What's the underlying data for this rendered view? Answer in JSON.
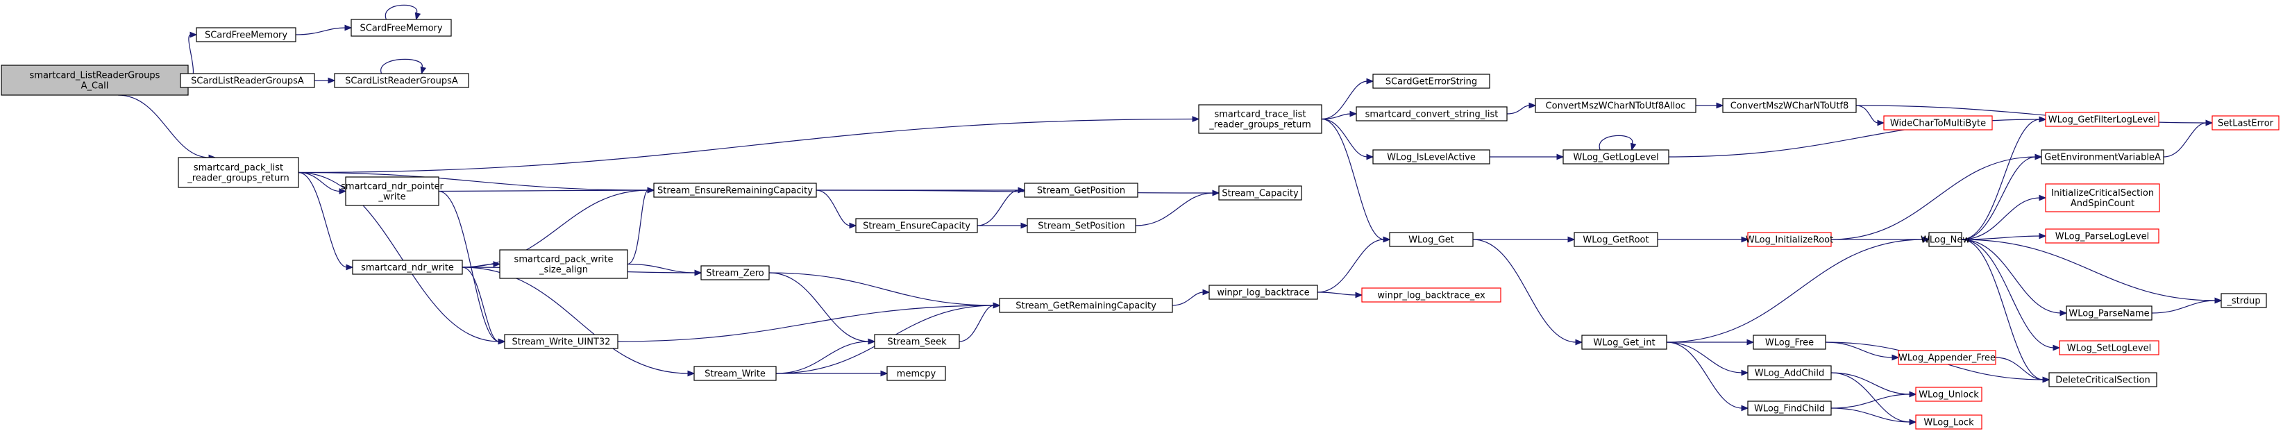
{
  "colors": {
    "edge": "#191970",
    "root_fill": "#bfbfbf",
    "unresolved_border": "#ff0000"
  },
  "nodes": [
    {
      "id": "root",
      "label": [
        "smartcard_ListReaderGroups",
        "A_Call"
      ],
      "root": true
    },
    {
      "id": "SCardFreeMemory_a",
      "label": [
        "SCardFreeMemory"
      ]
    },
    {
      "id": "SCardFreeMemory_b",
      "label": [
        "SCardFreeMemory"
      ]
    },
    {
      "id": "SCardListReaderGroupsA_a",
      "label": [
        "SCardListReaderGroupsA"
      ]
    },
    {
      "id": "SCardListReaderGroupsA_b",
      "label": [
        "SCardListReaderGroupsA"
      ]
    },
    {
      "id": "pack_list",
      "label": [
        "smartcard_pack_list",
        "_reader_groups_return"
      ]
    },
    {
      "id": "trace_list",
      "label": [
        "smartcard_trace_list",
        "_reader_groups_return"
      ]
    },
    {
      "id": "SCardGetErrorString",
      "label": [
        "SCardGetErrorString"
      ]
    },
    {
      "id": "convert_string_list",
      "label": [
        "smartcard_convert_string_list"
      ]
    },
    {
      "id": "ConvertMszAlloc",
      "label": [
        "ConvertMszWCharNToUtf8Alloc"
      ]
    },
    {
      "id": "ConvertMsz",
      "label": [
        "ConvertMszWCharNToUtf8"
      ]
    },
    {
      "id": "WideCharToMultiByte",
      "label": [
        "WideCharToMultiByte"
      ],
      "red": true
    },
    {
      "id": "SetLastError",
      "label": [
        "SetLastError"
      ],
      "red": true
    },
    {
      "id": "WLog_IsLevelActive",
      "label": [
        "WLog_IsLevelActive"
      ]
    },
    {
      "id": "WLog_GetLogLevel",
      "label": [
        "WLog_GetLogLevel"
      ]
    },
    {
      "id": "WLog_GetFilterLogLevel",
      "label": [
        "WLog_GetFilterLogLevel"
      ],
      "red": true
    },
    {
      "id": "GetEnvironmentVariableA",
      "label": [
        "GetEnvironmentVariableA"
      ]
    },
    {
      "id": "InitializeCriticalSection",
      "label": [
        "InitializeCriticalSection",
        "AndSpinCount"
      ],
      "red": true
    },
    {
      "id": "WLog_ParseLogLevel",
      "label": [
        "WLog_ParseLogLevel"
      ],
      "red": true
    },
    {
      "id": "ndr_pointer_write",
      "label": [
        "smartcard_ndr_pointer",
        "_write"
      ]
    },
    {
      "id": "Stream_EnsureRemainingCapacity",
      "label": [
        "Stream_EnsureRemainingCapacity"
      ]
    },
    {
      "id": "Stream_Capacity",
      "label": [
        "Stream_Capacity"
      ]
    },
    {
      "id": "Stream_GetPosition",
      "label": [
        "Stream_GetPosition"
      ]
    },
    {
      "id": "Stream_EnsureCapacity",
      "label": [
        "Stream_EnsureCapacity"
      ]
    },
    {
      "id": "Stream_SetPosition",
      "label": [
        "Stream_SetPosition"
      ]
    },
    {
      "id": "WLog_Get",
      "label": [
        "WLog_Get"
      ]
    },
    {
      "id": "WLog_GetRoot",
      "label": [
        "WLog_GetRoot"
      ]
    },
    {
      "id": "WLog_InitializeRoot",
      "label": [
        "WLog_InitializeRoot"
      ],
      "red": true
    },
    {
      "id": "WLog_New",
      "label": [
        "WLog_New"
      ]
    },
    {
      "id": "ndr_write",
      "label": [
        "smartcard_ndr_write"
      ]
    },
    {
      "id": "pack_write_size_align",
      "label": [
        "smartcard_pack_write",
        "_size_align"
      ]
    },
    {
      "id": "Stream_Zero",
      "label": [
        "Stream_Zero"
      ]
    },
    {
      "id": "Stream_GetRemainingCapacity",
      "label": [
        "Stream_GetRemainingCapacity"
      ]
    },
    {
      "id": "winpr_log_backtrace",
      "label": [
        "winpr_log_backtrace"
      ]
    },
    {
      "id": "winpr_log_backtrace_ex",
      "label": [
        "winpr_log_backtrace_ex"
      ],
      "red": true
    },
    {
      "id": "strdup",
      "label": [
        "_strdup"
      ]
    },
    {
      "id": "WLog_ParseName",
      "label": [
        "WLog_ParseName"
      ]
    },
    {
      "id": "WLog_SetLogLevel",
      "label": [
        "WLog_SetLogLevel"
      ],
      "red": true
    },
    {
      "id": "Stream_Write_UINT32",
      "label": [
        "Stream_Write_UINT32"
      ]
    },
    {
      "id": "Stream_Seek",
      "label": [
        "Stream_Seek"
      ]
    },
    {
      "id": "WLog_Get_int",
      "label": [
        "WLog_Get_int"
      ]
    },
    {
      "id": "WLog_Free",
      "label": [
        "WLog_Free"
      ]
    },
    {
      "id": "WLog_Appender_Free",
      "label": [
        "WLog_Appender_Free"
      ],
      "red": true
    },
    {
      "id": "DeleteCriticalSection",
      "label": [
        "DeleteCriticalSection"
      ]
    },
    {
      "id": "WLog_AddChild",
      "label": [
        "WLog_AddChild"
      ]
    },
    {
      "id": "WLog_Unlock",
      "label": [
        "WLog_Unlock"
      ],
      "red": true
    },
    {
      "id": "WLog_FindChild",
      "label": [
        "WLog_FindChild"
      ]
    },
    {
      "id": "WLog_Lock",
      "label": [
        "WLog_Lock"
      ],
      "red": true
    },
    {
      "id": "Stream_Write",
      "label": [
        "Stream_Write"
      ]
    },
    {
      "id": "memcpy",
      "label": [
        "memcpy"
      ]
    }
  ],
  "edges": [
    [
      "root",
      "SCardFreeMemory_a"
    ],
    [
      "root",
      "SCardListReaderGroupsA_a"
    ],
    [
      "root",
      "pack_list"
    ],
    [
      "SCardFreeMemory_a",
      "SCardFreeMemory_b"
    ],
    [
      "SCardFreeMemory_b",
      "SCardFreeMemory_b"
    ],
    [
      "SCardListReaderGroupsA_a",
      "SCardListReaderGroupsA_b"
    ],
    [
      "SCardListReaderGroupsA_b",
      "SCardListReaderGroupsA_b"
    ],
    [
      "pack_list",
      "trace_list"
    ],
    [
      "pack_list",
      "ndr_pointer_write"
    ],
    [
      "pack_list",
      "Stream_EnsureRemainingCapacity"
    ],
    [
      "pack_list",
      "ndr_write"
    ],
    [
      "pack_list",
      "Stream_Write_UINT32"
    ],
    [
      "trace_list",
      "SCardGetErrorString"
    ],
    [
      "trace_list",
      "convert_string_list"
    ],
    [
      "trace_list",
      "WLog_IsLevelActive"
    ],
    [
      "trace_list",
      "WLog_Get"
    ],
    [
      "convert_string_list",
      "ConvertMszAlloc"
    ],
    [
      "ConvertMszAlloc",
      "ConvertMsz"
    ],
    [
      "ConvertMsz",
      "WideCharToMultiByte"
    ],
    [
      "ConvertMsz",
      "SetLastError"
    ],
    [
      "WLog_IsLevelActive",
      "WLog_GetLogLevel"
    ],
    [
      "WLog_GetLogLevel",
      "WLog_GetLogLevel"
    ],
    [
      "WLog_GetLogLevel",
      "WLog_GetFilterLogLevel"
    ],
    [
      "GetEnvironmentVariableA",
      "SetLastError"
    ],
    [
      "ndr_pointer_write",
      "Stream_EnsureRemainingCapacity"
    ],
    [
      "ndr_pointer_write",
      "Stream_Write_UINT32"
    ],
    [
      "Stream_EnsureRemainingCapacity",
      "Stream_Capacity"
    ],
    [
      "Stream_EnsureRemainingCapacity",
      "Stream_GetPosition"
    ],
    [
      "Stream_EnsureRemainingCapacity",
      "Stream_EnsureCapacity"
    ],
    [
      "Stream_EnsureCapacity",
      "Stream_GetPosition"
    ],
    [
      "Stream_EnsureCapacity",
      "Stream_SetPosition"
    ],
    [
      "Stream_SetPosition",
      "Stream_Capacity"
    ],
    [
      "ndr_write",
      "Stream_EnsureRemainingCapacity"
    ],
    [
      "ndr_write",
      "pack_write_size_align"
    ],
    [
      "ndr_write",
      "Stream_Zero"
    ],
    [
      "ndr_write",
      "Stream_Write_UINT32"
    ],
    [
      "ndr_write",
      "Stream_Write"
    ],
    [
      "pack_write_size_align",
      "Stream_EnsureRemainingCapacity"
    ],
    [
      "pack_write_size_align",
      "Stream_Zero"
    ],
    [
      "Stream_Zero",
      "Stream_GetRemainingCapacity"
    ],
    [
      "Stream_Zero",
      "Stream_Seek"
    ],
    [
      "Stream_Write_UINT32",
      "Stream_GetRemainingCapacity"
    ],
    [
      "Stream_Seek",
      "Stream_GetRemainingCapacity"
    ],
    [
      "Stream_Write",
      "Stream_Seek"
    ],
    [
      "Stream_Write",
      "memcpy"
    ],
    [
      "Stream_Write",
      "Stream_GetRemainingCapacity"
    ],
    [
      "Stream_GetRemainingCapacity",
      "winpr_log_backtrace"
    ],
    [
      "winpr_log_backtrace",
      "WLog_Get"
    ],
    [
      "winpr_log_backtrace",
      "winpr_log_backtrace_ex"
    ],
    [
      "WLog_Get",
      "WLog_GetRoot"
    ],
    [
      "WLog_Get",
      "WLog_Get_int"
    ],
    [
      "WLog_GetRoot",
      "WLog_InitializeRoot"
    ],
    [
      "WLog_InitializeRoot",
      "WLog_New"
    ],
    [
      "WLog_InitializeRoot",
      "GetEnvironmentVariableA"
    ],
    [
      "WLog_New",
      "WLog_GetFilterLogLevel"
    ],
    [
      "WLog_New",
      "GetEnvironmentVariableA"
    ],
    [
      "WLog_New",
      "InitializeCriticalSection"
    ],
    [
      "WLog_New",
      "WLog_ParseLogLevel"
    ],
    [
      "WLog_New",
      "strdup"
    ],
    [
      "WLog_New",
      "WLog_ParseName"
    ],
    [
      "WLog_New",
      "WLog_SetLogLevel"
    ],
    [
      "WLog_New",
      "DeleteCriticalSection"
    ],
    [
      "WLog_ParseName",
      "strdup"
    ],
    [
      "WLog_Get_int",
      "WLog_New"
    ],
    [
      "WLog_Get_int",
      "WLog_Free"
    ],
    [
      "WLog_Get_int",
      "WLog_AddChild"
    ],
    [
      "WLog_Get_int",
      "WLog_FindChild"
    ],
    [
      "WLog_Free",
      "WLog_Appender_Free"
    ],
    [
      "WLog_Free",
      "DeleteCriticalSection"
    ],
    [
      "WLog_Appender_Free",
      "DeleteCriticalSection"
    ],
    [
      "WLog_AddChild",
      "WLog_Unlock"
    ],
    [
      "WLog_AddChild",
      "WLog_Lock"
    ],
    [
      "WLog_FindChild",
      "WLog_Unlock"
    ],
    [
      "WLog_FindChild",
      "WLog_Lock"
    ]
  ]
}
